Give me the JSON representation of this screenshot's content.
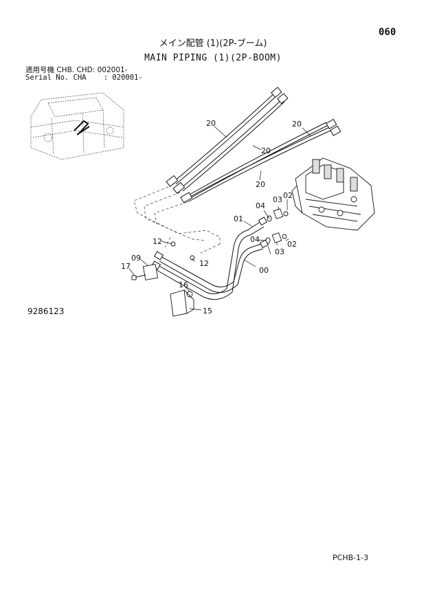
{
  "header": {
    "page_number": "060",
    "title_jp": "メイン配管 (1)(2P-ブーム)",
    "title_en": "MAIN PIPING (1)(2P-BOOM)"
  },
  "serial_info": {
    "line1": "適用号機 CHB. CHD: 002001-",
    "line2": "Serial No. CHA    : 020001-"
  },
  "drawing_number": "9286123",
  "page_code": "PCHB-1-3",
  "part_callouts": [
    "20",
    "20",
    "20",
    "20",
    "01",
    "04",
    "03",
    "02",
    "04",
    "03",
    "02",
    "00",
    "12",
    "12",
    "09",
    "17",
    "16",
    "15"
  ]
}
